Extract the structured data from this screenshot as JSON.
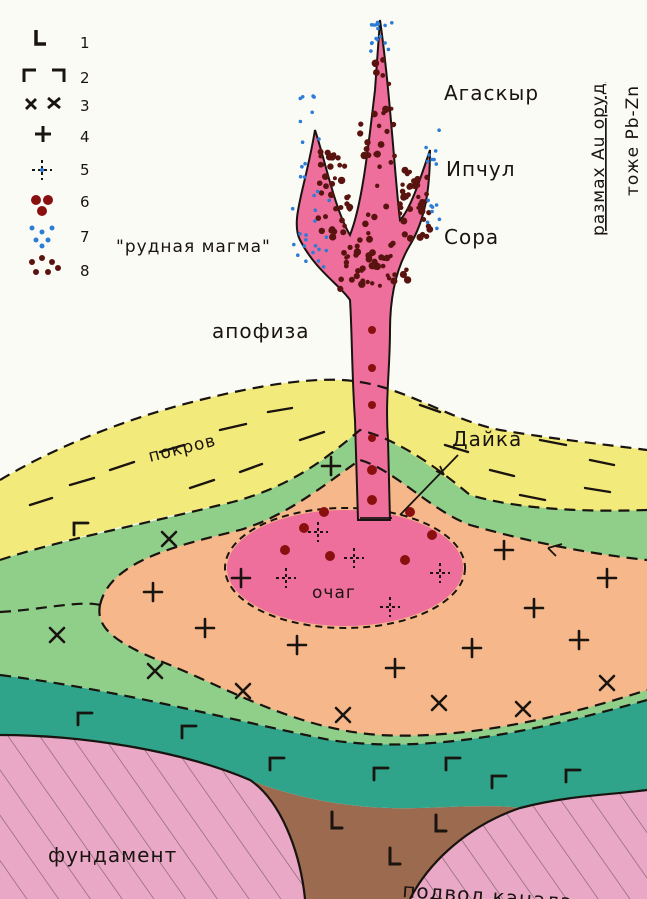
{
  "legend": [
    {
      "num": "1",
      "icon": "L-symbol-icon"
    },
    {
      "num": "2",
      "icon": "gamma-symbol-icon"
    },
    {
      "num": "3",
      "icon": "x-symbol-icon"
    },
    {
      "num": "4",
      "icon": "plus-symbol-icon"
    },
    {
      "num": "5",
      "icon": "dotted-cross-icon"
    },
    {
      "num": "6",
      "icon": "red-dots-icon"
    },
    {
      "num": "7",
      "icon": "blue-dots-icon"
    },
    {
      "num": "8",
      "icon": "brown-dots-icon"
    }
  ],
  "labels": {
    "agaskyr": "Агаскыр",
    "ipchul": "Ипчул",
    "sora": "Сора",
    "ore_magma": "\"рудная магма\"",
    "apophysis": "апофиза",
    "cover": "покров",
    "dike": "Дайка",
    "focus": "очаг",
    "basement": "фундамент",
    "feeder": "подвод канала",
    "side_note_1": "размах Au оруд",
    "side_note_2": "тоже Pb-Zn"
  },
  "colors": {
    "yellow_cover": "#f2ea7a",
    "green_zone": "#8fcf8a",
    "teal_zone": "#2fa48a",
    "orange_zone": "#f6b88a",
    "pink_focus": "#ee6f9c",
    "pink_basement": "#e9a9c6",
    "brown_feeder": "#9b6a4f",
    "red_dots": "#8a1010",
    "blue_dots": "#2d7cd6"
  }
}
